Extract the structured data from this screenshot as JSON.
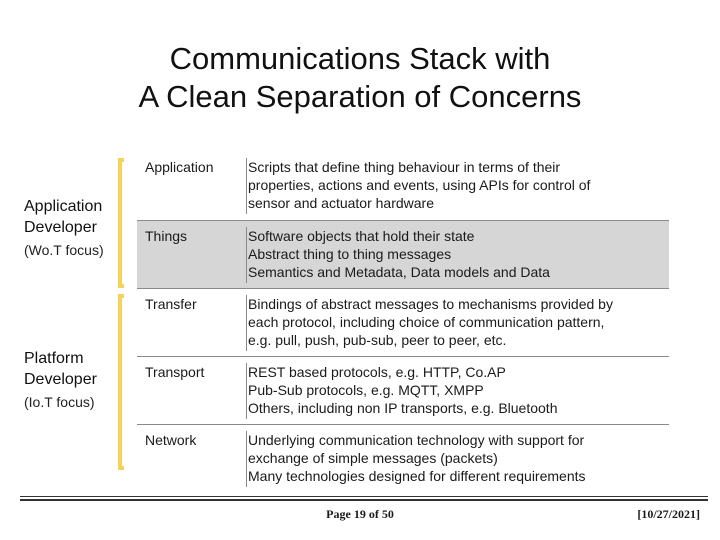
{
  "title": {
    "line1": "Communications Stack with",
    "line2": "A Clean Separation of Concerns"
  },
  "roles": [
    {
      "name_line1": "Application",
      "name_line2": "Developer",
      "focus": "(Wo.T focus)"
    },
    {
      "name_line1": "Platform",
      "name_line2": "Developer",
      "focus": "(Io.T focus)"
    }
  ],
  "stack": [
    {
      "layer": "Application",
      "lines": [
        "Scripts that define thing behaviour in terms of their",
        "properties, actions and events, using APIs for control of",
        "sensor and actuator hardware"
      ]
    },
    {
      "layer": "Things",
      "lines": [
        "Software objects that hold their state",
        "Abstract  thing to thing messages",
        "Semantics and Metadata, Data models and Data"
      ]
    },
    {
      "layer": "Transfer",
      "lines": [
        "Bindings of abstract messages to mechanisms provided by",
        "each protocol, including choice of communication pattern,",
        "e.g. pull, push, pub-sub, peer to peer, etc."
      ]
    },
    {
      "layer": "Transport",
      "lines": [
        "REST based protocols, e.g. HTTP, Co.AP",
        "Pub-Sub protocols, e.g. MQTT, XMPP",
        "Others, including non IP transports, e.g. Bluetooth"
      ]
    },
    {
      "layer": "Network",
      "lines": [
        "Underlying communication technology with support for",
        "exchange of simple messages (packets)",
        "Many technologies designed for different requirements"
      ]
    }
  ],
  "footer": {
    "page": "Page 19 of  50",
    "date": "[10/27/2021]"
  },
  "colors": {
    "bracket": "#f5d35a",
    "shaded_row": "#d6d6d6"
  }
}
